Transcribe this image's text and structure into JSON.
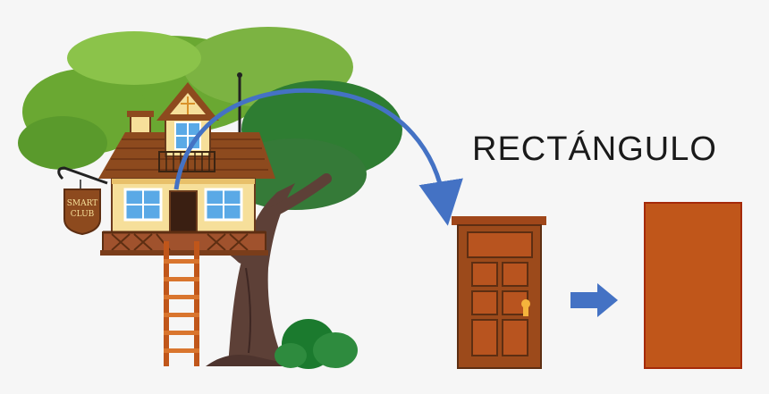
{
  "title": "RECTÁNGULO",
  "sign": {
    "line1": "SMART",
    "line2": "CLUB"
  },
  "icons": {
    "treehouse": "treehouse-icon",
    "door": "door-icon",
    "arrow_curved": "curved-arrow-icon",
    "arrow_right": "right-arrow-icon",
    "rectangle": "rectangle-shape"
  },
  "colors": {
    "foliage_light": "#7cb342",
    "foliage_dark": "#2e7d32",
    "trunk": "#5d4037",
    "wood": "#b5651d",
    "door": "#9c4a1b",
    "door_panel": "#b8541f",
    "rectangle_fill": "#c0561a",
    "rectangle_border": "#a52a0a",
    "arrow": "#4472c4"
  }
}
